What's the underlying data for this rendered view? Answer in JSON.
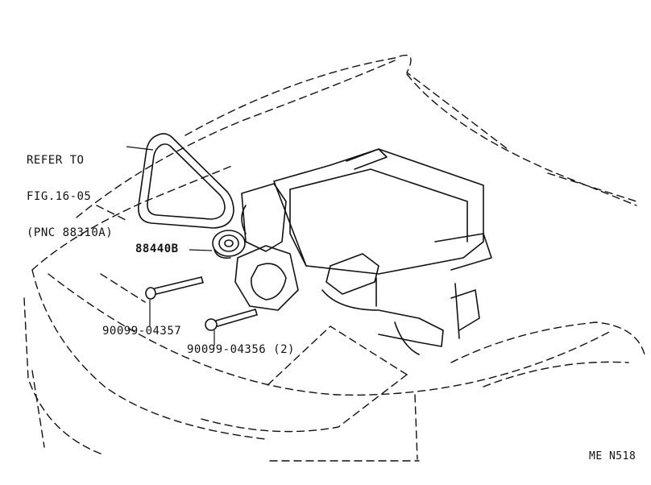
{
  "refer_note": {
    "lines": [
      "REFER TO",
      "FIG.16-05",
      "(PNC 88310A)"
    ]
  },
  "parts": {
    "idler_pulley": "88440B",
    "bolt_single": "90099-04357",
    "bolt_pair": "90099-04356 (2)"
  },
  "diagram_code": "ME N518"
}
